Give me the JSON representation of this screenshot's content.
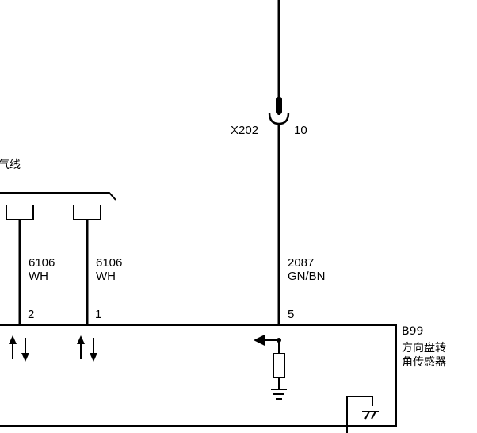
{
  "header": {
    "wire_text_partial": "气线"
  },
  "connector": {
    "id": "X202",
    "pin": "10"
  },
  "wires": [
    {
      "circuit": "6106",
      "color": "WH",
      "pin": "2"
    },
    {
      "circuit": "6106",
      "color": "WH",
      "pin": "1"
    },
    {
      "circuit": "2087",
      "color": "GN/BN",
      "pin": "5"
    }
  ],
  "component": {
    "id": "B99",
    "name_line1": "方向盘转",
    "name_line2": "角传感器"
  },
  "colors": {
    "line": "#000000",
    "background": "#ffffff"
  }
}
